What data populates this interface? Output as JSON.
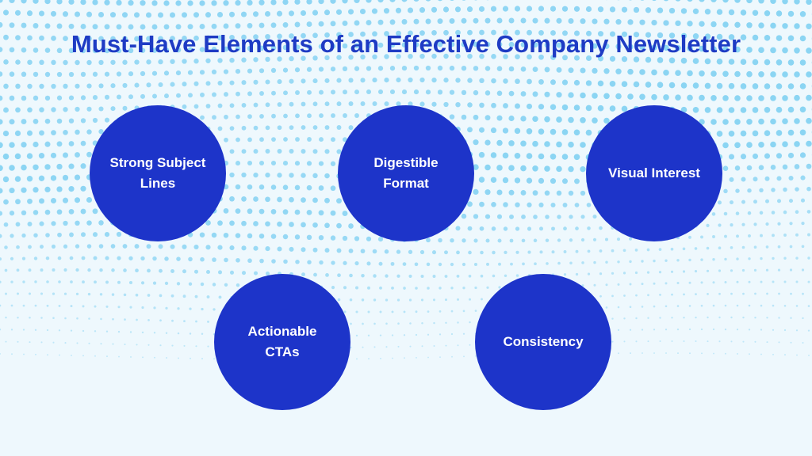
{
  "title": "Must-Have Elements of an Effective Company Newsletter",
  "elements": [
    {
      "label": "Strong Subject\nLines"
    },
    {
      "label": "Digestible\nFormat"
    },
    {
      "label": "Visual Interest"
    },
    {
      "label": "Actionable\nCTAs"
    },
    {
      "label": "Consistency"
    }
  ],
  "colors": {
    "background": "#eef8fd",
    "title": "#1e3bc4",
    "circle_fill": "#1d34c9",
    "circle_text": "#ffffff",
    "dot_pattern": "#7fd0f2"
  }
}
